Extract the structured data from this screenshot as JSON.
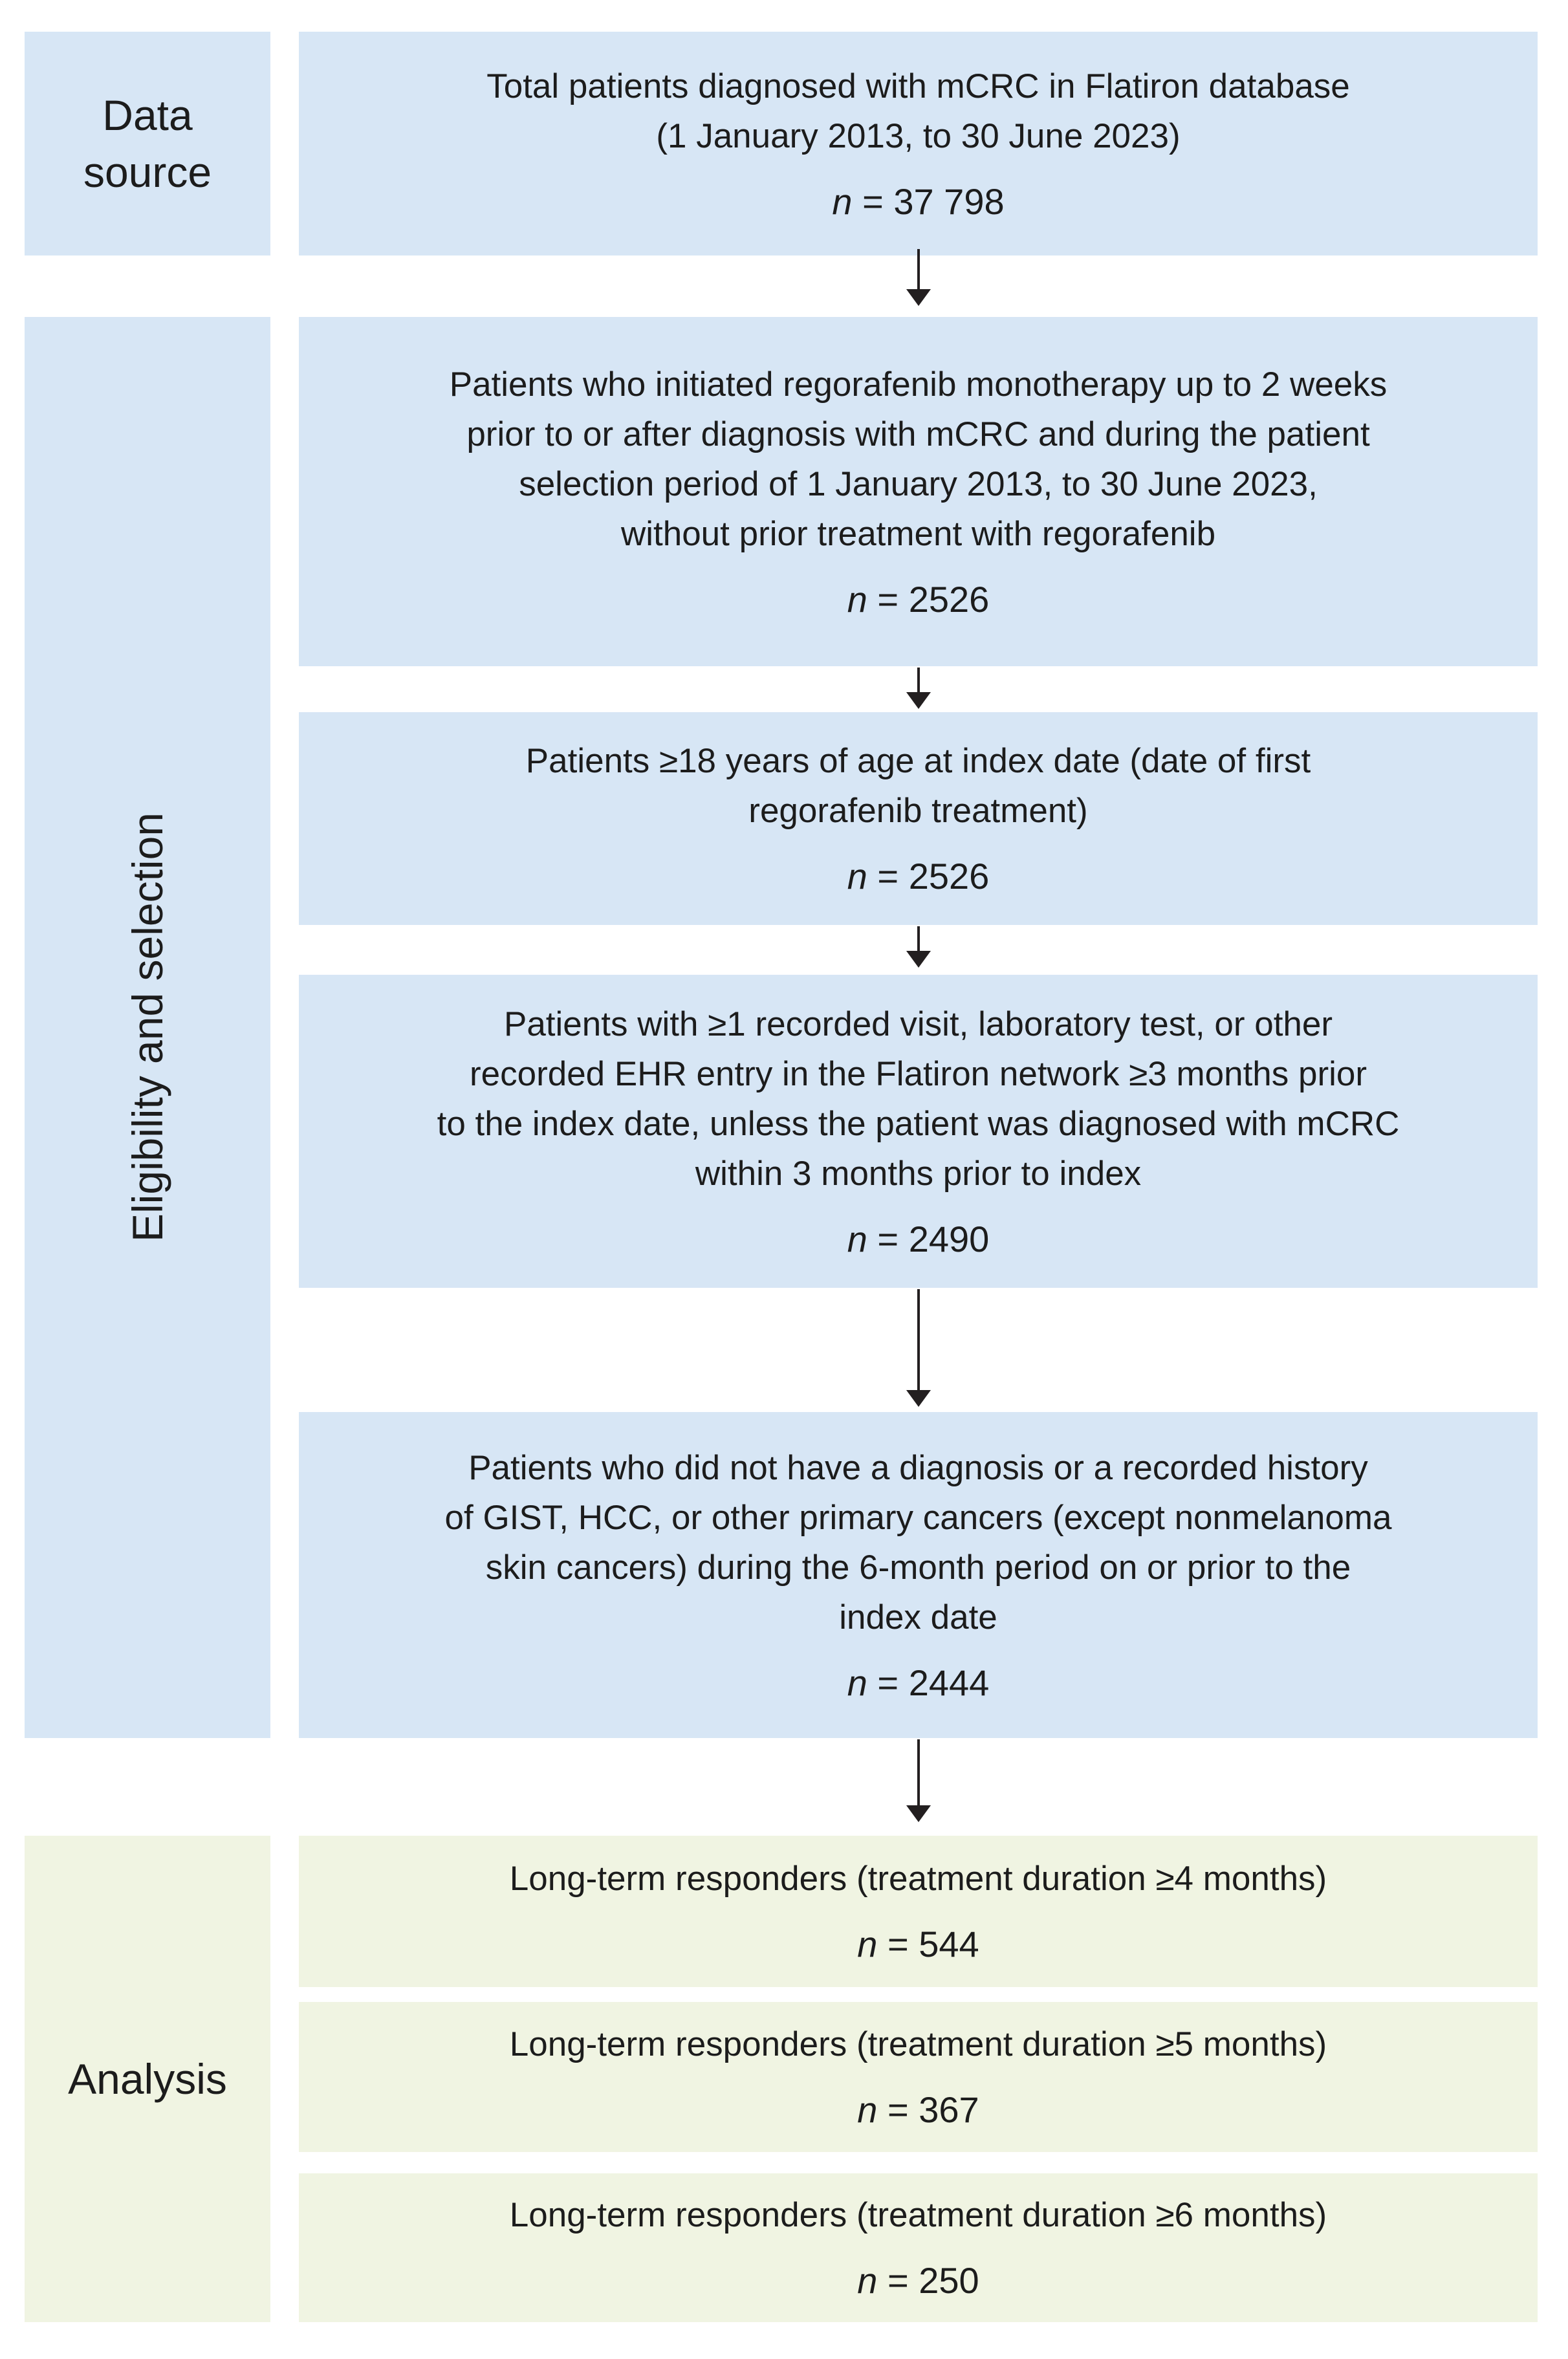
{
  "colors": {
    "section_blue": "#d7e6f5",
    "section_green": "#f0f4e2",
    "text": "#1c1c1c",
    "arrow": "#231f20"
  },
  "side_labels": {
    "data_source": "Data source",
    "eligibility": "Eligibility and selection",
    "analysis": "Analysis"
  },
  "boxes": [
    {
      "lines": [
        "Total patients diagnosed with mCRC in Flatiron database",
        "(1 January 2013, to 30 June 2023)"
      ],
      "n": "n = 37 798"
    },
    {
      "lines": [
        "Patients who initiated regorafenib monotherapy up to 2 weeks",
        "prior to or after diagnosis with mCRC and during the patient",
        "selection period of 1 January 2013, to 30 June 2023,",
        "without prior treatment with regorafenib"
      ],
      "n": "n = 2526"
    },
    {
      "lines": [
        "Patients ≥18 years of age at index date (date of first",
        "regorafenib treatment)"
      ],
      "n": "n = 2526"
    },
    {
      "lines": [
        "Patients with ≥1 recorded visit, laboratory test, or other",
        "recorded EHR entry in the Flatiron network ≥3 months prior",
        "to the index date, unless the patient was diagnosed with mCRC",
        "within 3 months prior to index"
      ],
      "n": "n = 2490"
    },
    {
      "lines": [
        "Patients who did not have a diagnosis or a recorded history",
        "of GIST, HCC, or other primary cancers (except nonmelanoma",
        "skin cancers) during the 6-month period on or prior to the",
        "index date"
      ],
      "n": "n = 2444"
    },
    {
      "lines": [
        "Long-term responders (treatment duration ≥4 months)"
      ],
      "n": "n = 544"
    },
    {
      "lines": [
        "Long-term responders (treatment duration ≥5 months)"
      ],
      "n": "n = 367"
    },
    {
      "lines": [
        "Long-term responders (treatment duration ≥6 months)"
      ],
      "n": "n = 250"
    }
  ]
}
